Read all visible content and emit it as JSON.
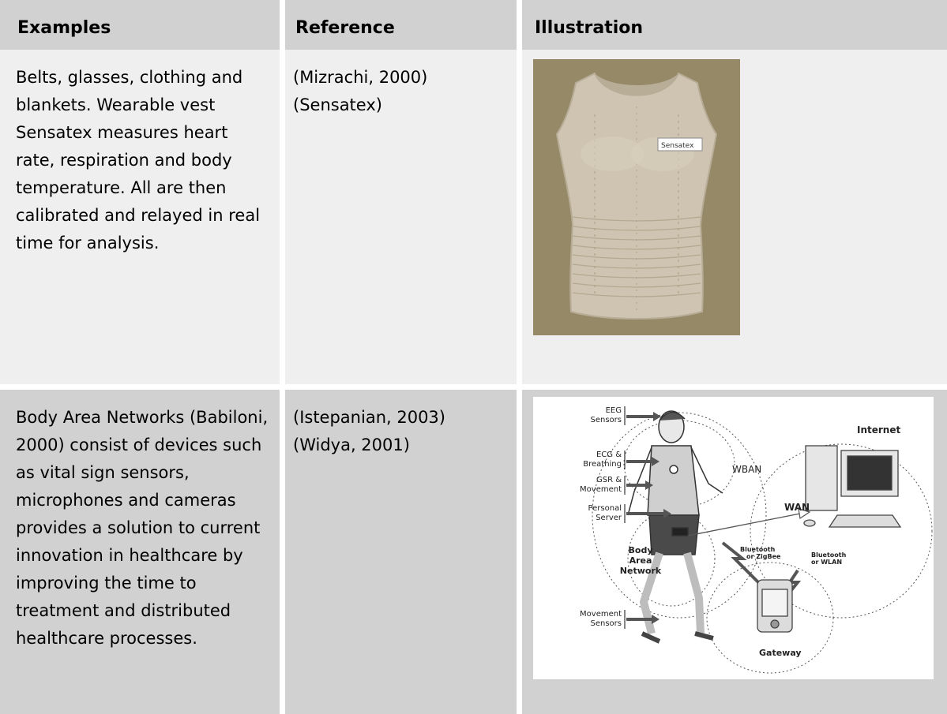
{
  "headers": {
    "examples": "Examples",
    "reference": "Reference",
    "illustration": "Illustration"
  },
  "rows": [
    {
      "example": "Belts, glasses, clothing and blankets. Wearable vest Sensatex measures heart rate, respiration and body temperature. All are then calibrated and relayed in real time for analysis.",
      "references": [
        "(Mizrachi, 2000)",
        "(Sensatex)"
      ],
      "illustration": {
        "logo_text": "Sensatex",
        "bg_color": "#958967",
        "vest_color": "#cec4b1"
      }
    },
    {
      "example": "Body Area Networks (Babiloni, 2000) consist of devices such as vital sign sensors, microphones and cameras provides a solution to current innovation in healthcare by improving the time to treatment and distributed healthcare processes.",
      "references": [
        "(Istepanian, 2003)",
        "(Widya, 2001)"
      ],
      "illustration": {
        "labels": {
          "eeg": [
            "EEG",
            "Sensors"
          ],
          "ecg": [
            "ECG &",
            "Breathing"
          ],
          "gsr": [
            "GSR &",
            "Movement"
          ],
          "server": [
            "Personal",
            "Server"
          ],
          "movement": [
            "Movement",
            "Sensors"
          ],
          "wban": "WBAN",
          "wan": "WAN",
          "internet": "Internet",
          "ban": [
            "Body",
            "Area",
            "Network"
          ],
          "bt_zigbee": [
            "Bluetooth",
            "or ZigBee"
          ],
          "bt_wlan": [
            "Bluetooth",
            "or WLAN"
          ],
          "gateway": "Gateway"
        }
      }
    }
  ]
}
